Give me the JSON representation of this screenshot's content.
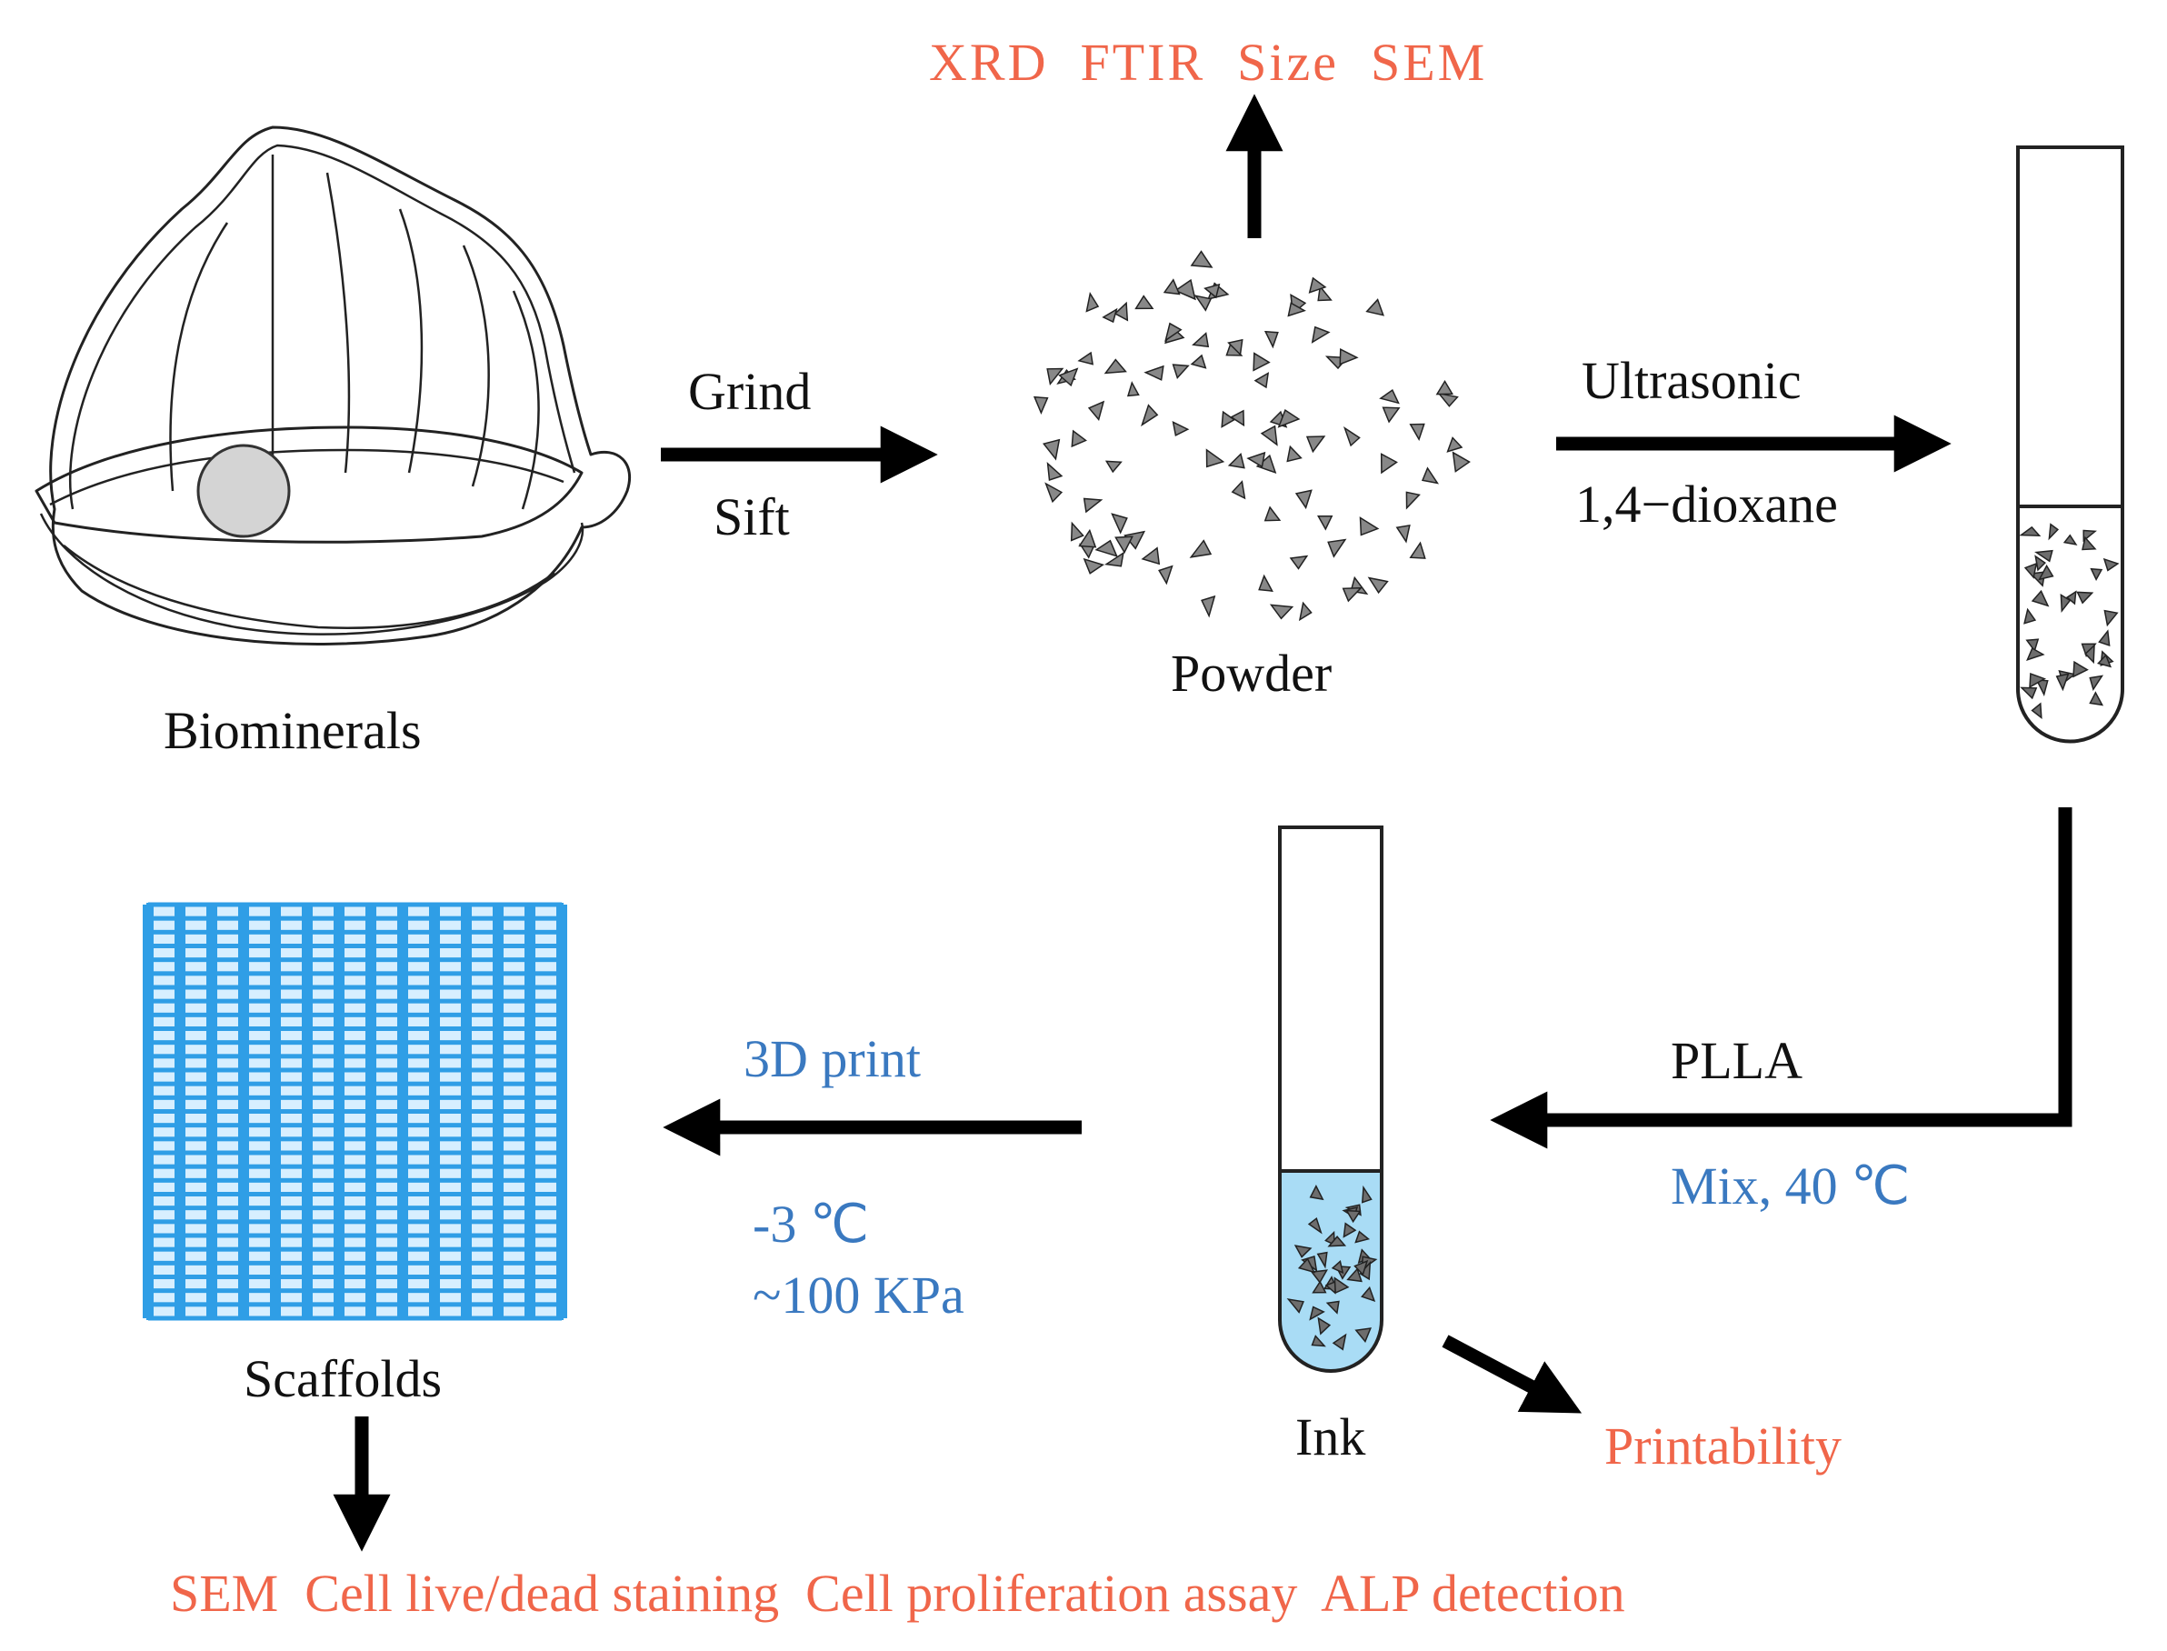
{
  "colors": {
    "analysis": "#f0664a",
    "process": "#3a79c0",
    "text": "#111111",
    "ink_fill": "#a9dcf5",
    "scaffold": "#2f9ee6",
    "pearl": "#d4d4d4",
    "particle": "#888888"
  },
  "analysis_top": "XRD  FTIR  Size  SEM",
  "step1": {
    "top": "Grind",
    "bottom": "Sift"
  },
  "step2": {
    "top": "Ultrasonic",
    "bottom": "1,4−dioxane"
  },
  "step3": {
    "top": "PLLA",
    "bottom": "Mix, 40 ℃"
  },
  "step4": {
    "top": "3D print",
    "cond1": "-3 ℃",
    "cond2": "~100 KPa"
  },
  "labels": {
    "biominerals": "Biominerals",
    "powder": "Powder",
    "ink": "Ink",
    "scaffolds": "Scaffolds"
  },
  "ink_analysis": "Printability",
  "scaffold_analysis": "SEM  Cell live/dead staining  Cell proliferation assay  ALP detection"
}
